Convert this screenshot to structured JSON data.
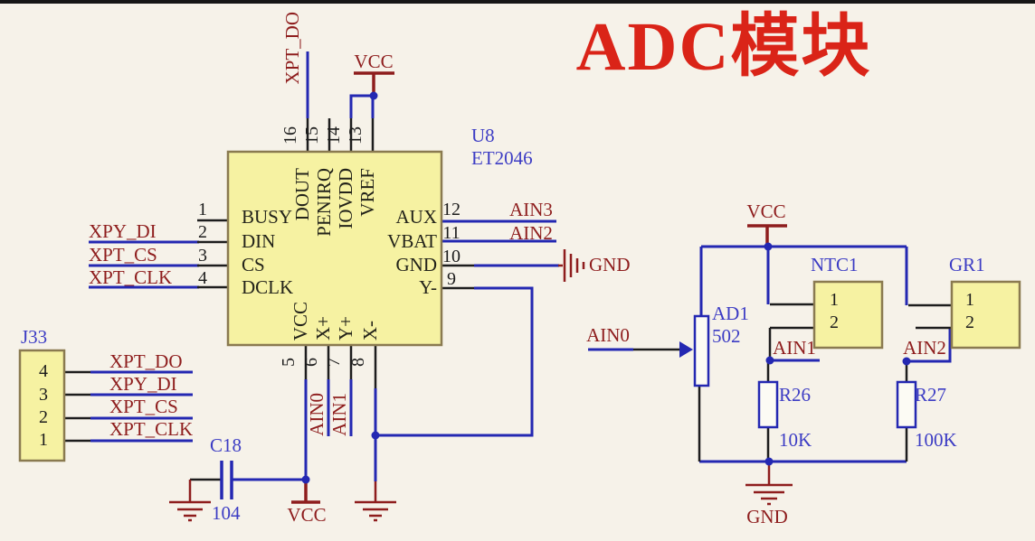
{
  "title": "ADC模块",
  "colors": {
    "wire_blue": "#2428b2",
    "stub_black": "#1d1d1d",
    "power_red": "#8e1d1d",
    "designator_blue": "#3c3cc4",
    "title_red": "#da2418",
    "component_fill": "#f6f2a2",
    "component_border": "#8a7a50"
  },
  "chip": {
    "designator": "U8",
    "part": "ET2046",
    "left_pins": [
      {
        "num": "1",
        "name": "BUSY",
        "net": ""
      },
      {
        "num": "2",
        "name": "DIN",
        "net": "XPY_DI"
      },
      {
        "num": "3",
        "name": "CS",
        "net": "XPT_CS"
      },
      {
        "num": "4",
        "name": "DCLK",
        "net": "XPT_CLK"
      }
    ],
    "top_pins": [
      {
        "num": "16",
        "name": "DOUT",
        "net": "XPT_DO"
      },
      {
        "num": "15",
        "name": "PENIRQ",
        "net": ""
      },
      {
        "num": "14",
        "name": "IOVDD",
        "net": ""
      },
      {
        "num": "13",
        "name": "VREF",
        "net": ""
      }
    ],
    "right_pins": [
      {
        "num": "12",
        "name": "AUX",
        "net": "AIN3"
      },
      {
        "num": "11",
        "name": "VBAT",
        "net": "AIN2"
      },
      {
        "num": "10",
        "name": "GND",
        "net": ""
      },
      {
        "num": "9",
        "name": "Y-",
        "net": ""
      }
    ],
    "bottom_pins": [
      {
        "num": "5",
        "name": "VCC",
        "net": ""
      },
      {
        "num": "6",
        "name": "X+",
        "net": "AIN0"
      },
      {
        "num": "7",
        "name": "Y+",
        "net": "AIN1"
      },
      {
        "num": "8",
        "name": "X-",
        "net": ""
      }
    ]
  },
  "connector": {
    "designator": "J33",
    "pins": [
      {
        "num": "4",
        "net": "XPT_DO"
      },
      {
        "num": "3",
        "net": "XPY_DI"
      },
      {
        "num": "2",
        "net": "XPT_CS"
      },
      {
        "num": "1",
        "net": "XPT_CLK"
      }
    ]
  },
  "capacitor": {
    "designator": "C18",
    "value": "104"
  },
  "potentiometer": {
    "designator": "AD1",
    "value": "502",
    "input_net": "AIN0"
  },
  "thermistor": {
    "designator": "NTC1",
    "pin1": "1",
    "pin2": "2",
    "output_net": "AIN1"
  },
  "photoresistor": {
    "designator": "GR1",
    "pin1": "1",
    "pin2": "2",
    "output_net": "AIN2"
  },
  "resistor_r26": {
    "designator": "R26",
    "value": "10K"
  },
  "resistor_r27": {
    "designator": "R27",
    "value": "100K"
  },
  "power": {
    "vcc": "VCC",
    "gnd": "GND"
  }
}
